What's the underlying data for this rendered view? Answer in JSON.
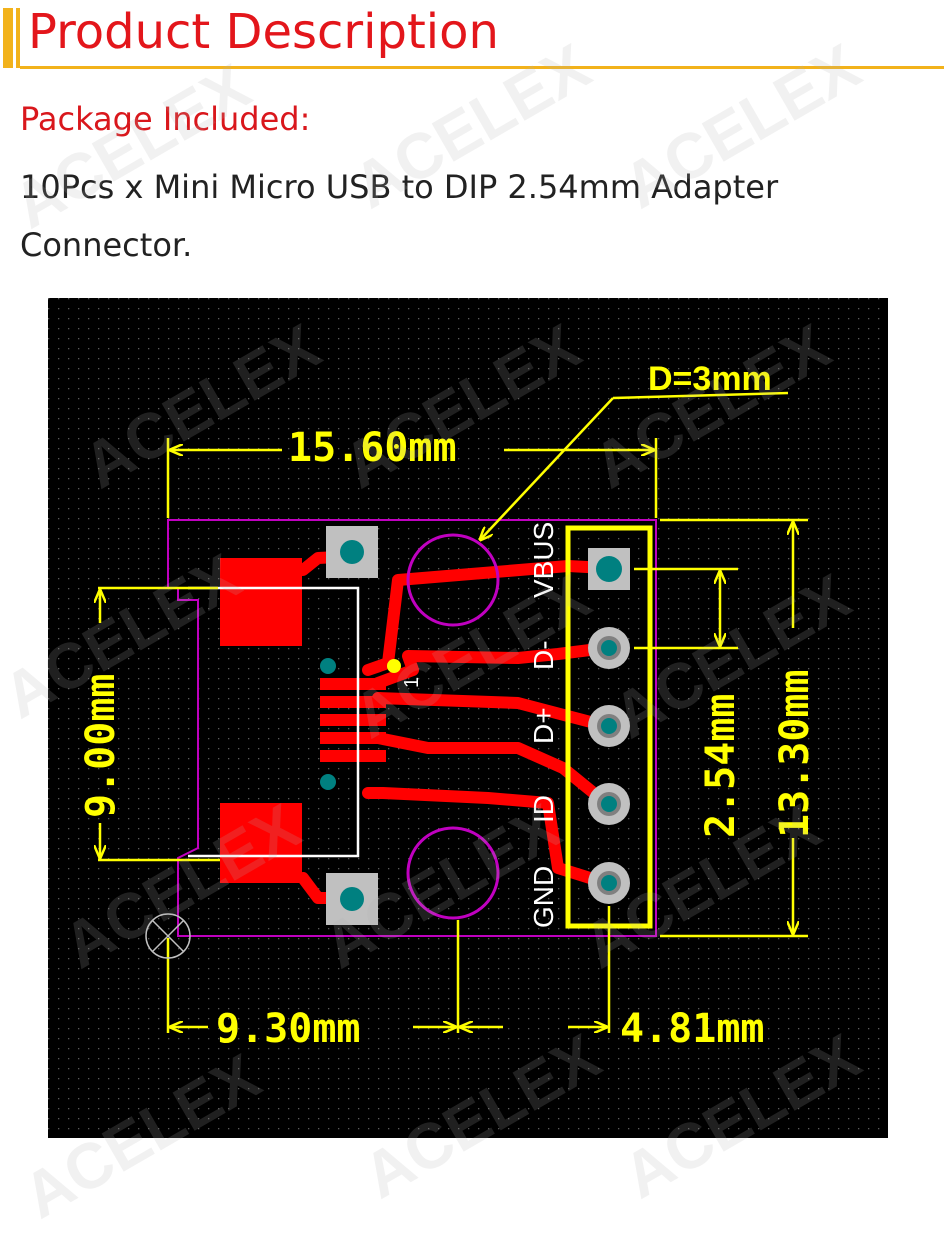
{
  "header": {
    "title": "Product Description"
  },
  "package": {
    "label": "Package Included:",
    "text": "10Pcs x Mini Micro USB to DIP 2.54mm Adapter Connector."
  },
  "diagram": {
    "dimensions": {
      "width_top": "15.60mm",
      "hole_diameter": "D=3mm",
      "height_left": "9.00mm",
      "pitch": "2.54mm",
      "height_right": "13.30mm",
      "bottom_left": "9.30mm",
      "bottom_right": "4.81mm"
    },
    "pins": [
      "VBUS",
      "D-",
      "D+",
      "ID",
      "GND"
    ],
    "pin_one_marker": "1",
    "colors": {
      "background": "#000000",
      "copper": "#ff0000",
      "silkscreen": "#ffff00",
      "outline": "#ff00ff",
      "pad": "#c0c0c0",
      "via": "#008080"
    }
  },
  "watermark": {
    "text": "ACELEX"
  }
}
